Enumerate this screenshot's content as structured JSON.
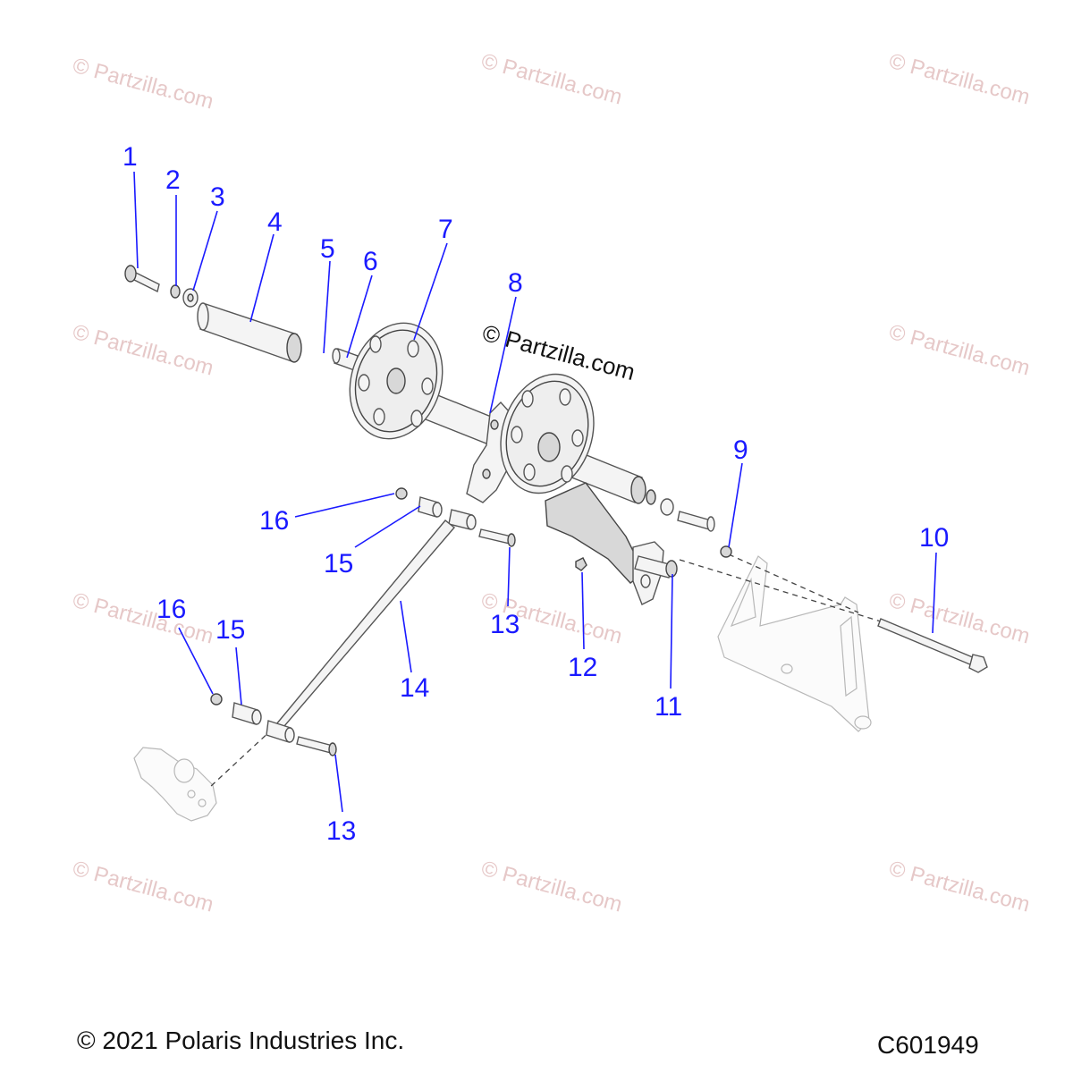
{
  "watermark": {
    "repeat_text": "© Partzilla.com",
    "center_text": "© Partzilla.com"
  },
  "callouts": [
    "1",
    "2",
    "3",
    "4",
    "5",
    "6",
    "7",
    "8",
    "9",
    "10",
    "11",
    "12",
    "13",
    "14",
    "15",
    "16"
  ],
  "callouts_repeat": {
    "n13_b": "13",
    "n15_b": "15",
    "n16_b": "16"
  },
  "footer": {
    "copyright": "© 2021 Polaris Industries Inc.",
    "diagram_id": "C601949"
  },
  "colors": {
    "callout": "#1a1aff",
    "watermark": "#e6c8c8",
    "linework": "#444444"
  }
}
